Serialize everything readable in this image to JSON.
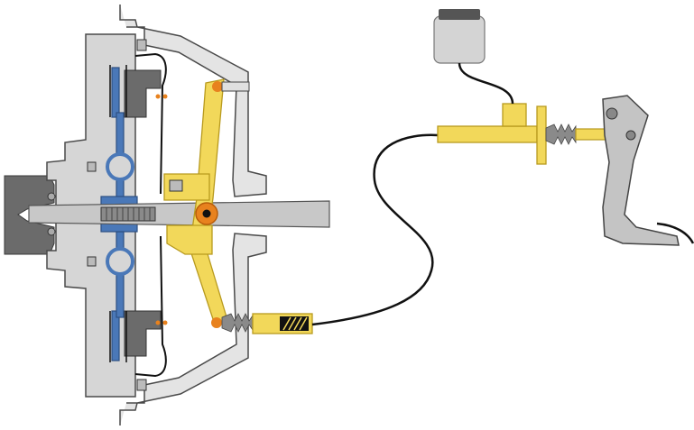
{
  "diagram": {
    "type": "hydraulic-clutch-cross-section",
    "components": [
      "flywheel",
      "clutch-housing",
      "clutch-disc",
      "pressure-plate",
      "diaphragm-spring",
      "input-shaft",
      "release-fork",
      "release-bearing",
      "slave-cylinder",
      "hydraulic-line",
      "master-cylinder",
      "fluid-reservoir",
      "clutch-pedal"
    ],
    "colors": {
      "housing_fill": "#d6d6d6",
      "housing_stroke": "#4a4a4a",
      "shaft_fill": "#c8c8c8",
      "dark_metal": "#6b6b6b",
      "disc_blue": "#4a78b8",
      "fork_yellow": "#f2d85a",
      "fork_stroke": "#b89a1e",
      "pivot_orange": "#e8821e",
      "reservoir_fill": "#d4d4d4",
      "reservoir_cap": "#555555",
      "line_black": "#111111",
      "pedal_fill": "#c4c4c4"
    }
  }
}
